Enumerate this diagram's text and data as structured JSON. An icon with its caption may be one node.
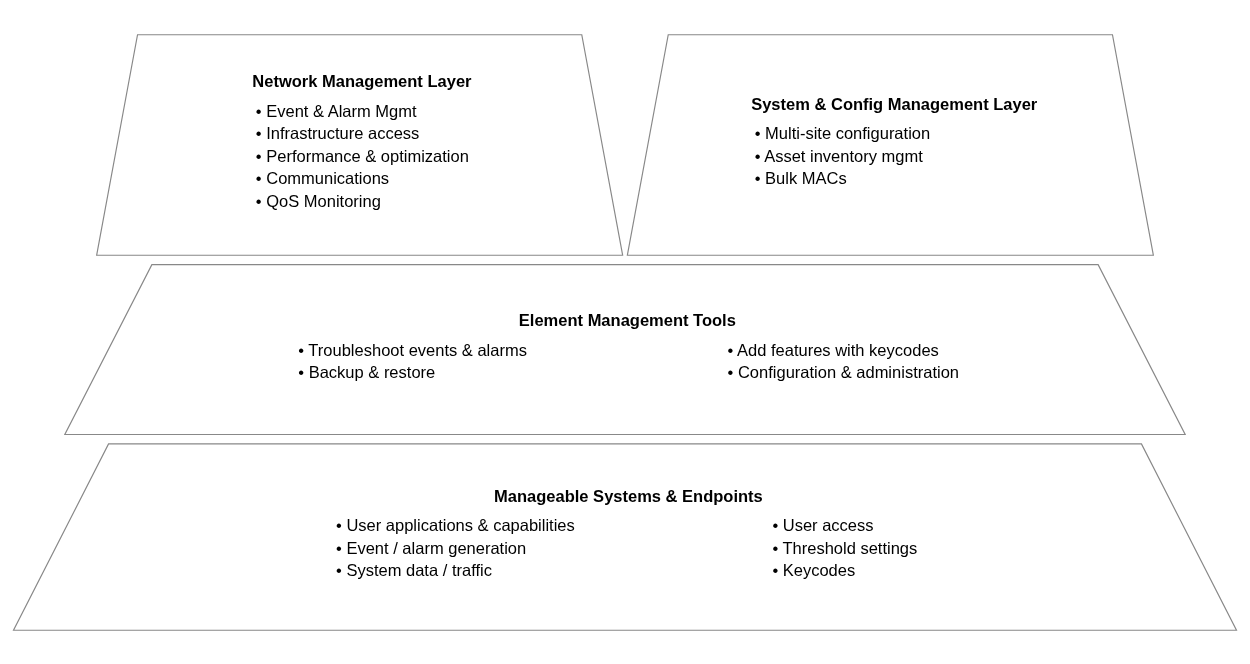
{
  "diagram": {
    "nodes": [
      {
        "text": [
          "Network Management Layer",
          "• Event & Alarm Mgmt",
          "• Infrastructure access",
          "• Performance & optimization",
          "• Communications",
          "• QoS Monitoring"
        ]
      },
      {
        "text": [
          "System & Config Management Layer",
          "• Multi-site configuration",
          "• Asset inventory mgmt",
          "• Bulk MACs"
        ]
      },
      {
        "text": [
          "Element Management Tools",
          "• Troubleshoot events & alarms",
          "• Backup & restore",
          "• Add features with keycodes",
          "• Configuration & administration"
        ]
      },
      {
        "text": [
          "Manageable Systems & Endpoints",
          "• User applications & capabilities",
          "• Event / alarm generation",
          "• System data / traffic",
          "• User access",
          "• Threshold settings",
          "• Keycodes"
        ]
      }
    ],
    "edges": []
  }
}
